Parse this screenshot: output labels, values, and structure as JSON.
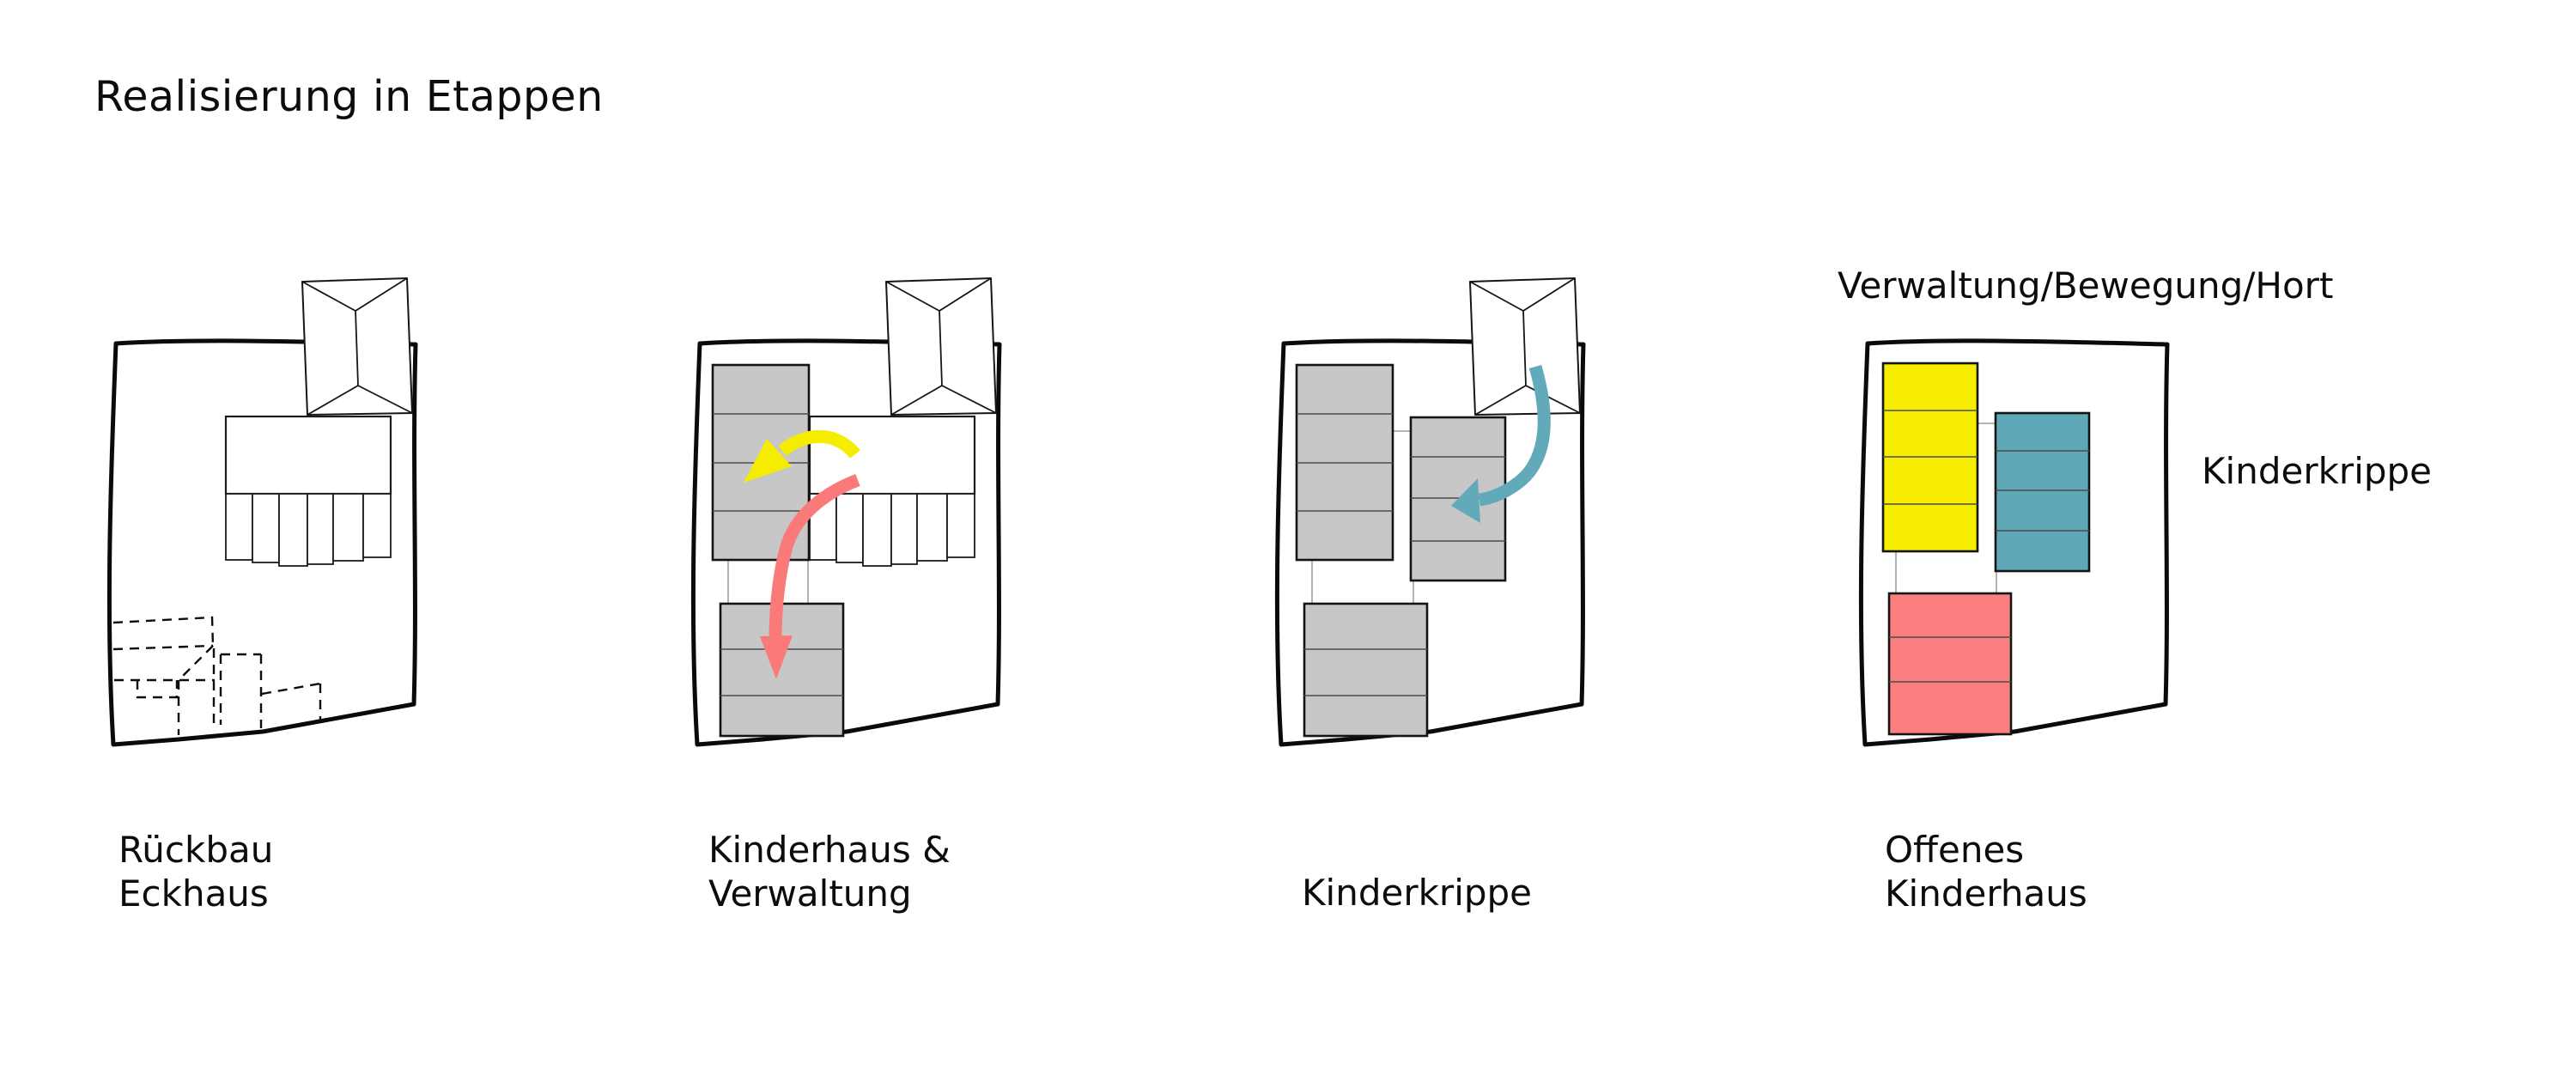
{
  "title": "Realisierung in Etappen",
  "colors": {
    "stage_gray": "#c7c7c7",
    "stage_yellow": "#f6ec00",
    "stage_teal": "#5fa8b8",
    "stage_pink": "#fc7f7f",
    "arrow_yellow": "#f6ec00",
    "arrow_red": "#fa7a7a",
    "arrow_teal": "#62aab9"
  },
  "panels": [
    {
      "name": "etappe-1-rueckbau",
      "caption": [
        "Rückbau",
        "Eckhaus"
      ]
    },
    {
      "name": "etappe-2-kinderhaus-verwaltung",
      "caption": [
        "Kinderhaus &",
        "Verwaltung"
      ]
    },
    {
      "name": "etappe-3-kinderkrippe",
      "caption": [
        "Kinderkrippe"
      ]
    },
    {
      "name": "etappe-4-offenes-kinderhaus",
      "caption": [
        "Offenes",
        "Kinderhaus"
      ],
      "label_top": "Verwaltung/Bewegung/Hort",
      "label_right": "Kinderkrippe"
    }
  ]
}
